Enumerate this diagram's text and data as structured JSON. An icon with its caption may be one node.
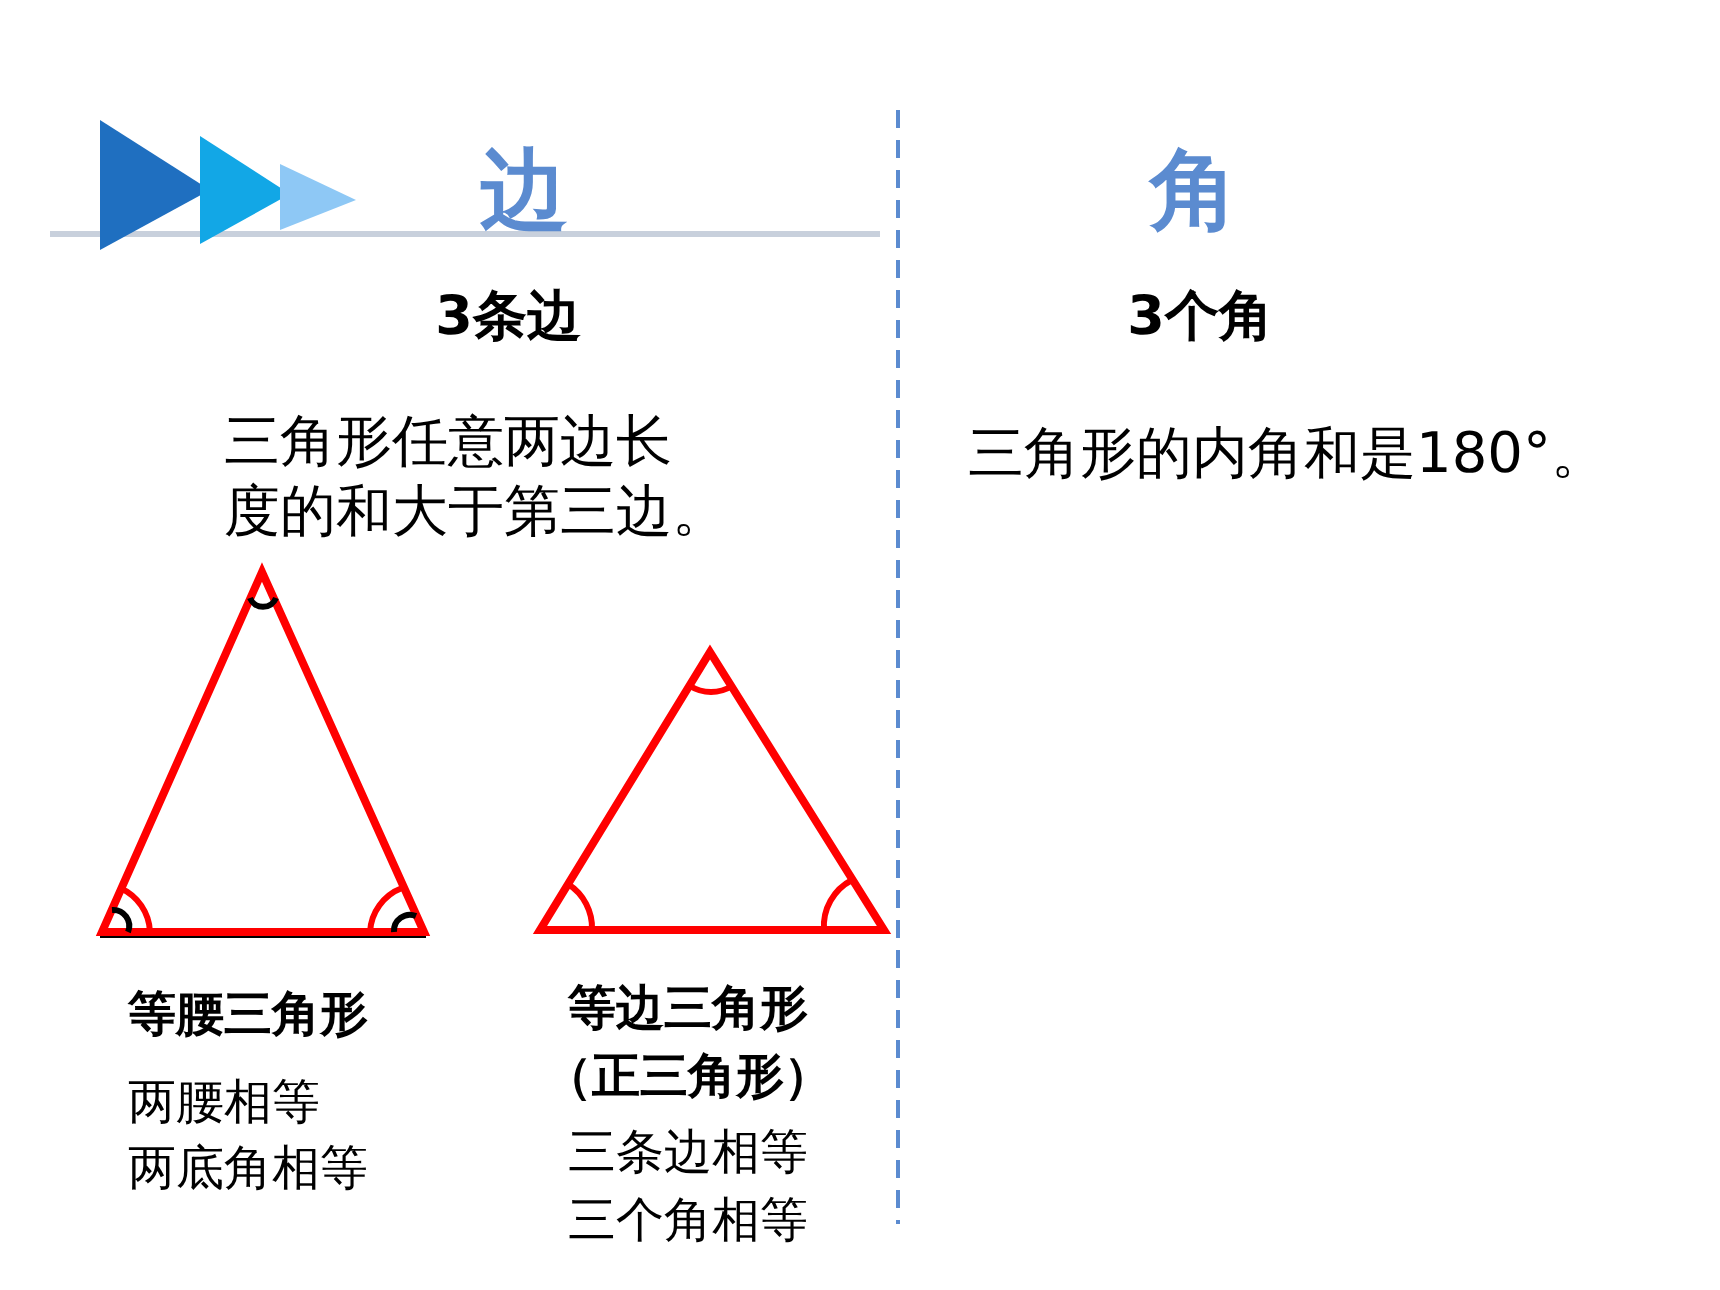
{
  "diagram": {
    "labels": [
      "边",
      "角",
      "3条边",
      "3个角",
      "三角形任意两边长度的和大于第三边。",
      "三角形的内角和是180°。",
      "等腰三角形",
      "两腰相等",
      "两底角相等",
      "等边三角形",
      "（正三角形）",
      "三条边相等",
      "三个角相等"
    ]
  }
}
